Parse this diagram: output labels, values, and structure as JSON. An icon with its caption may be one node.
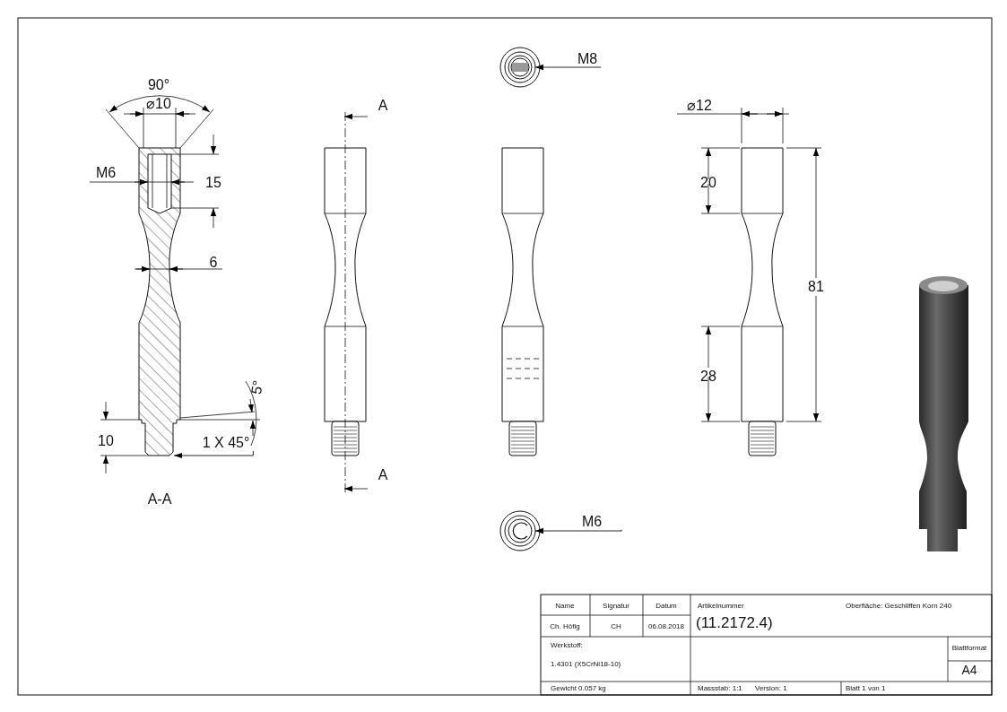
{
  "diagram": {
    "nodes": [
      {
        "text": [
          "M8"
        ]
      },
      {
        "text": [
          "M6"
        ]
      },
      {
        "text": [
          "1 X 45°"
        ]
      },
      {
        "text": [],
        "shape": "picture"
      },
      {
        "text": [],
        "shape": "picture"
      },
      {
        "text": [],
        "shape": "picture"
      }
    ],
    "edges": [
      {
        "from": 0,
        "to": 4,
        "arrow": "to"
      },
      {
        "from": 1,
        "to": 5,
        "arrow": "to"
      },
      {
        "from": 2,
        "to": 3,
        "arrow": "to"
      }
    ],
    "labels": [
      "90°",
      "⌀10",
      "M6",
      "15",
      "6",
      "5°",
      "10",
      "A-A",
      "A",
      "A",
      "⌀12",
      "20",
      "81",
      "28",
      "Name",
      "Signatur",
      "Datum",
      "Artikelnummer",
      "Oberfläche: Geschliffen Korn 240",
      "Ch. Höfig",
      "CH",
      "06.08.2018",
      "(11.2172.4)",
      "Werkstoff:",
      "Blattformat",
      "1.4301 (X5CrNi18-10)",
      "A4",
      "Gewicht 0.057 kg",
      "Massstab: 1:1",
      "Version: 1",
      "Blatt 1 von 1"
    ]
  }
}
